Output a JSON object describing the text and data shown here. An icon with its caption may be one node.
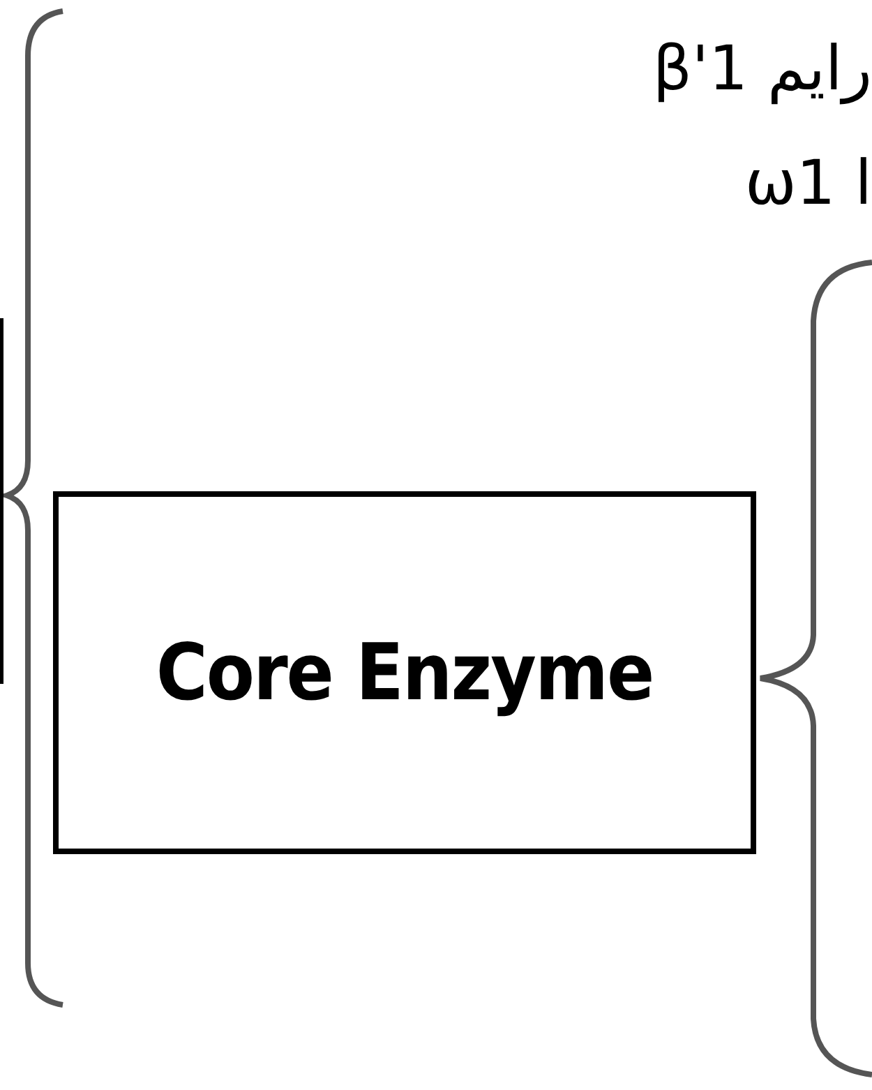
{
  "diagram": {
    "nodes": [
      {
        "text": [
          "Core Enzyme"
        ]
      }
    ],
    "edges": [],
    "labels": [
      "رایم β'1",
      "ا ω1"
    ]
  }
}
